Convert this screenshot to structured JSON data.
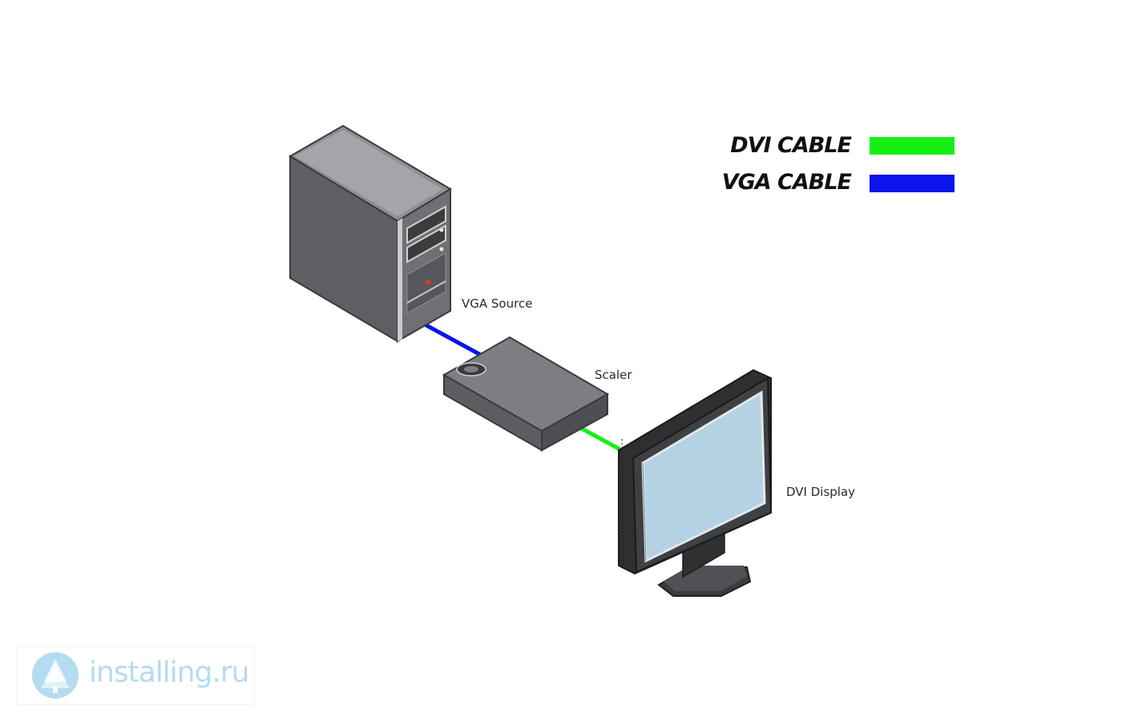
{
  "labels": {
    "vga_source": "VGA Source",
    "scaler": "Scaler",
    "dvi_display": "DVI Display"
  },
  "legend": [
    {
      "label": "DVI CABLE",
      "color": "#14f014"
    },
    {
      "label": "VGA CABLE",
      "color": "#0a14ee"
    }
  ],
  "cables": {
    "vga_color": "#0a14ee",
    "dvi_color": "#14f014"
  },
  "watermark": {
    "text": "installing.ru",
    "logo_icon": "tree-logo-icon",
    "color": "#b4dcf0"
  }
}
